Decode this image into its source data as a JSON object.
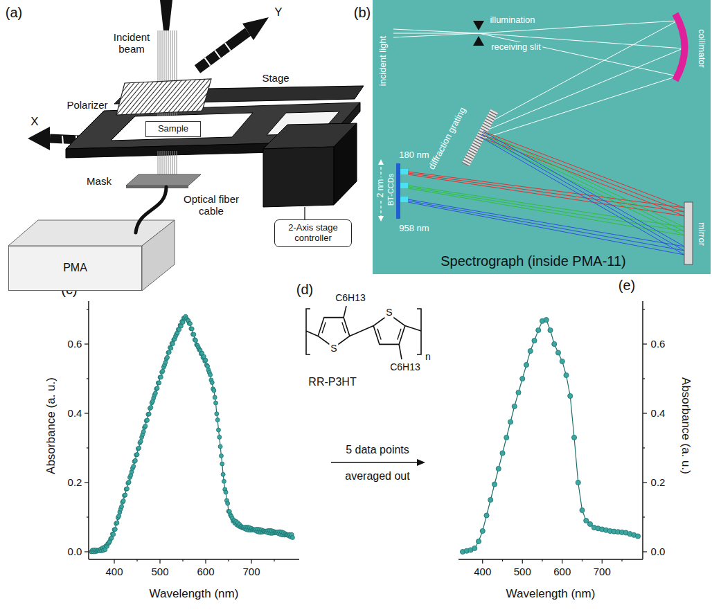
{
  "diagram": {
    "nodes": [
      {
        "text": [
          "Sample"
        ]
      },
      {
        "text": [
          "PMA"
        ]
      },
      {
        "text": [
          "2-Axis stage controller"
        ]
      }
    ],
    "labels": [
      "(a)",
      "Incident beam",
      "Y",
      "Polarizer",
      "Stage",
      "X",
      "Mask",
      "Optical fiber cable",
      "(b)",
      "illumination",
      "receiving slit",
      "incident light",
      "collimator",
      "diffraction grating",
      "180 nm",
      "2 nm",
      "BT-CCDs",
      "958 nm",
      "mirror",
      "Spectrograph (inside PMA-11)",
      "(c)",
      "0.0",
      "0.2",
      "0.4",
      "0.6",
      "400",
      "500",
      "600",
      "700",
      "Absorbance (a. u.)",
      "Wavelength (nm)",
      "(d)",
      "C6H13",
      "S",
      "S",
      "C6H13",
      "n",
      "RR-P3HT",
      "5 data points",
      "averaged out",
      "(e)",
      "0.0",
      "0.2",
      "0.4",
      "0.6",
      "400",
      "500",
      "600",
      "700",
      "Absorbance (a. u.)",
      "Wavelength (nm)"
    ]
  }
}
